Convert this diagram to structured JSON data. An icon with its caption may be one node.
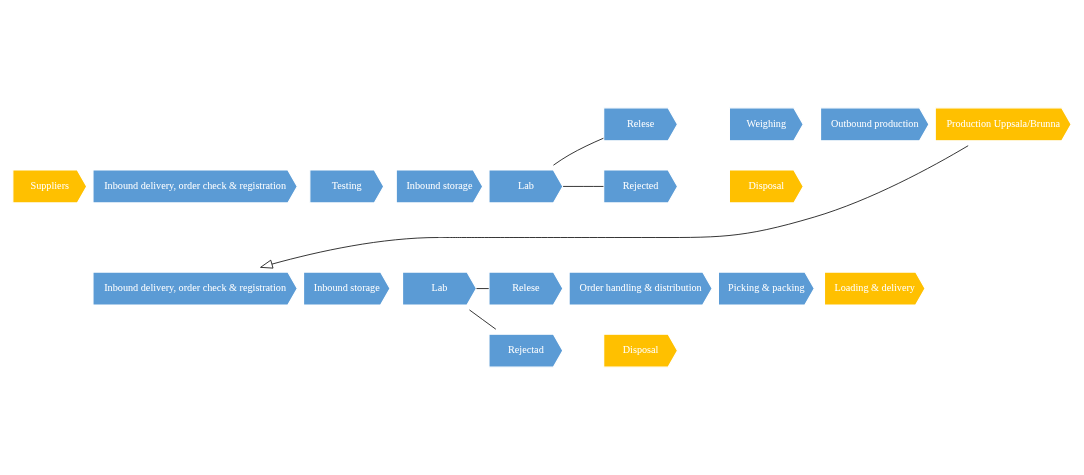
{
  "diagram": {
    "nodes": [
      {
        "text": [
          "Suppliers"
        ]
      },
      {
        "text": [
          "Inbound delivery, order check & registration"
        ]
      },
      {
        "text": [
          "Testing"
        ]
      },
      {
        "text": [
          "Inbound storage"
        ]
      },
      {
        "text": [
          "Lab"
        ]
      },
      {
        "text": [
          "Relese"
        ]
      },
      {
        "text": [
          "Weighing"
        ]
      },
      {
        "text": [
          "Outbound production"
        ]
      },
      {
        "text": [
          "Production Uppsala/Brunna"
        ]
      },
      {
        "text": [
          "Rejected"
        ]
      },
      {
        "text": [
          "Disposal"
        ]
      },
      {
        "text": [
          "Inbound delivery, order check & registration"
        ]
      },
      {
        "text": [
          "Inbound storage"
        ]
      },
      {
        "text": [
          "Lab"
        ]
      },
      {
        "text": [
          "Relese"
        ]
      },
      {
        "text": [
          "Order handling & distribution"
        ]
      },
      {
        "text": [
          "Picking & packing"
        ]
      },
      {
        "text": [
          "Loading & delivery"
        ]
      },
      {
        "text": [
          "Rejectad"
        ]
      },
      {
        "text": [
          "Disposal"
        ]
      }
    ],
    "edges": [
      {
        "from": 4,
        "to": 5,
        "arrow": "none"
      },
      {
        "from": 4,
        "to": 9,
        "arrow": "none"
      },
      {
        "from": 8,
        "to": 11,
        "arrow": "to"
      },
      {
        "from": 13,
        "to": 14,
        "arrow": "none"
      },
      {
        "from": 13,
        "to": 18,
        "arrow": "none"
      }
    ]
  }
}
